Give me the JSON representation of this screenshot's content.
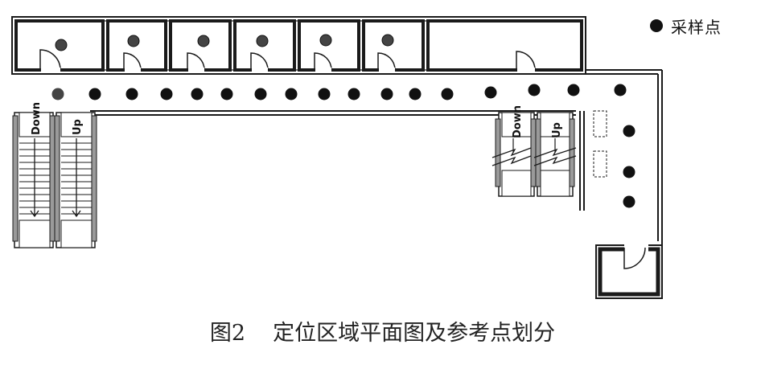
{
  "legend": {
    "label": "采样点",
    "icon": "sampling-point-dot"
  },
  "caption": {
    "figure_number": "图2",
    "title": "定位区域平面图及参考点划分"
  },
  "escalators": {
    "left_down": "Down",
    "left_up": "Up",
    "right_down": "Down",
    "right_up": "Up"
  },
  "colors": {
    "wall": "#1a1a1a",
    "wall_fill": "#7a7a7a",
    "point": "#111111",
    "point_room": "#444444"
  }
}
